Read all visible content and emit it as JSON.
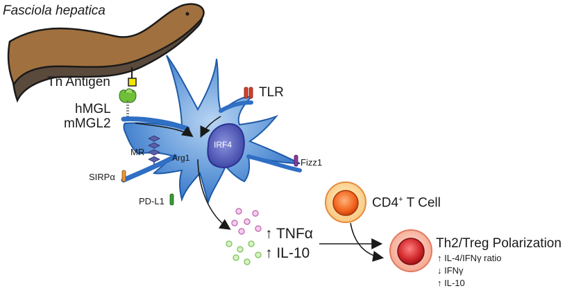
{
  "organism": {
    "name": "Fasciola hepatica"
  },
  "antigen": {
    "label": "Tn Antigen"
  },
  "receptors": {
    "mgl_line1": "hMGL",
    "mgl_line2": "mMGL2",
    "tlr": "TLR",
    "mr": "MR",
    "sirpa": "SIRPα",
    "pdl1": "PD-L1",
    "fizz1": "Fizz1"
  },
  "intracellular": {
    "arg1": "Arg1",
    "irf4": "IRF4"
  },
  "cytokines": {
    "tnfa": "↑ TNFα",
    "il10": "↑ IL-10"
  },
  "tcell": {
    "label_main": "CD4",
    "label_sup": "+",
    "label_rest": " T Cell"
  },
  "outcome": {
    "title": "Th2/Treg Polarization",
    "items": [
      "↑ IL-4/IFNγ ratio",
      "↓ IFNγ",
      "↑ IL-10"
    ]
  },
  "colors": {
    "worm_body": "#a0703e",
    "worm_shadow": "#5a4a3c",
    "cell_blue": "#2f6fc4",
    "nucleus": "#4a55b5",
    "antigen_yellow": "#f2e600",
    "mgl_green": "#6fbf3a",
    "tlr_red": "#d4402a",
    "mr_purple": "#5a5fa8",
    "sirpa_orange": "#e8963a",
    "pdl1_green": "#3a9a3a",
    "fizz1_purple": "#8a3a9a",
    "tnfa_pink": "#d890c8",
    "il10_green": "#a8d88a",
    "tcell_orange": "#f07a30",
    "treg_red": "#c8282a"
  }
}
